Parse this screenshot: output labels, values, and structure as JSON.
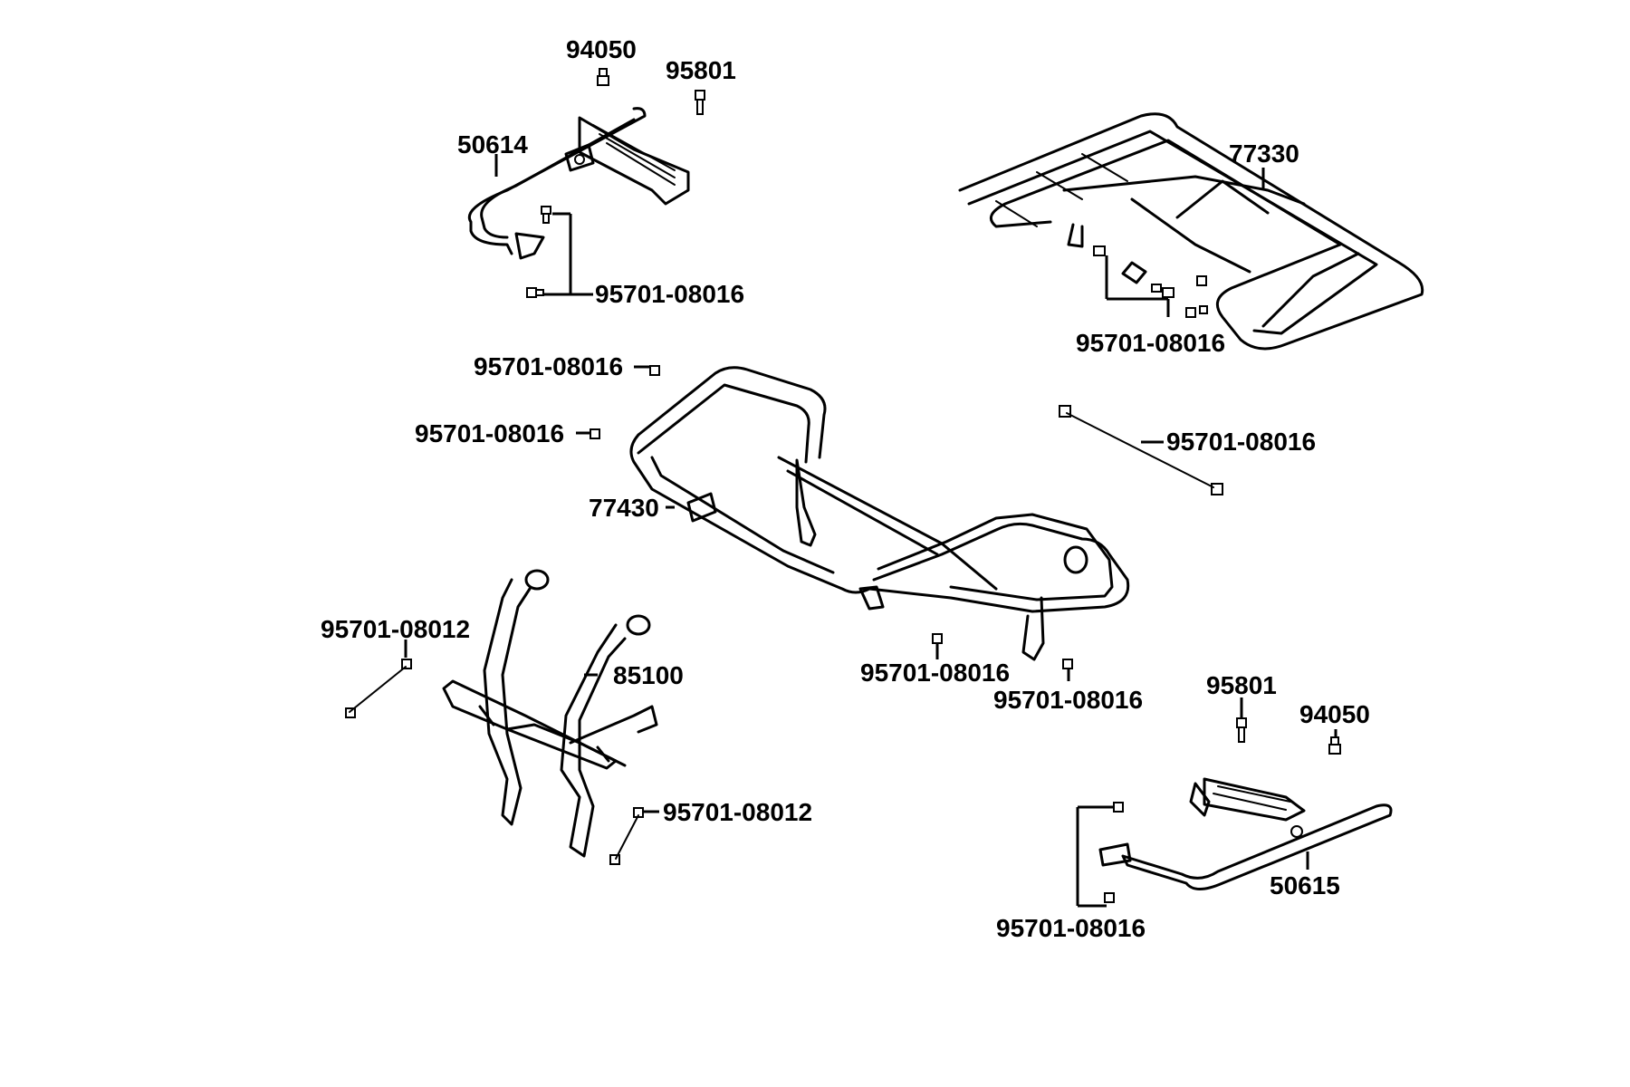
{
  "labels": {
    "tl_94050": "94050",
    "tl_95801": "95801",
    "tl_50614": "50614",
    "tl_95701_08016": "95701-08016",
    "tr_77330": "77330",
    "tr_95701_08016": "95701-08016",
    "mid_95701_08016_a": "95701-08016",
    "mid_95701_08016_b": "95701-08016",
    "mid_77430": "77430",
    "mid_95701_08016_right": "95701-08016",
    "mid_95701_08016_bottom_a": "95701-08016",
    "mid_95701_08016_bottom_b": "95701-08016",
    "bl_95701_08012_a": "95701-08012",
    "bl_85100": "85100",
    "bl_95701_08012_b": "95701-08012",
    "br_95801": "95801",
    "br_94050": "94050",
    "br_50615": "50615",
    "br_95701_08016": "95701-08016"
  }
}
